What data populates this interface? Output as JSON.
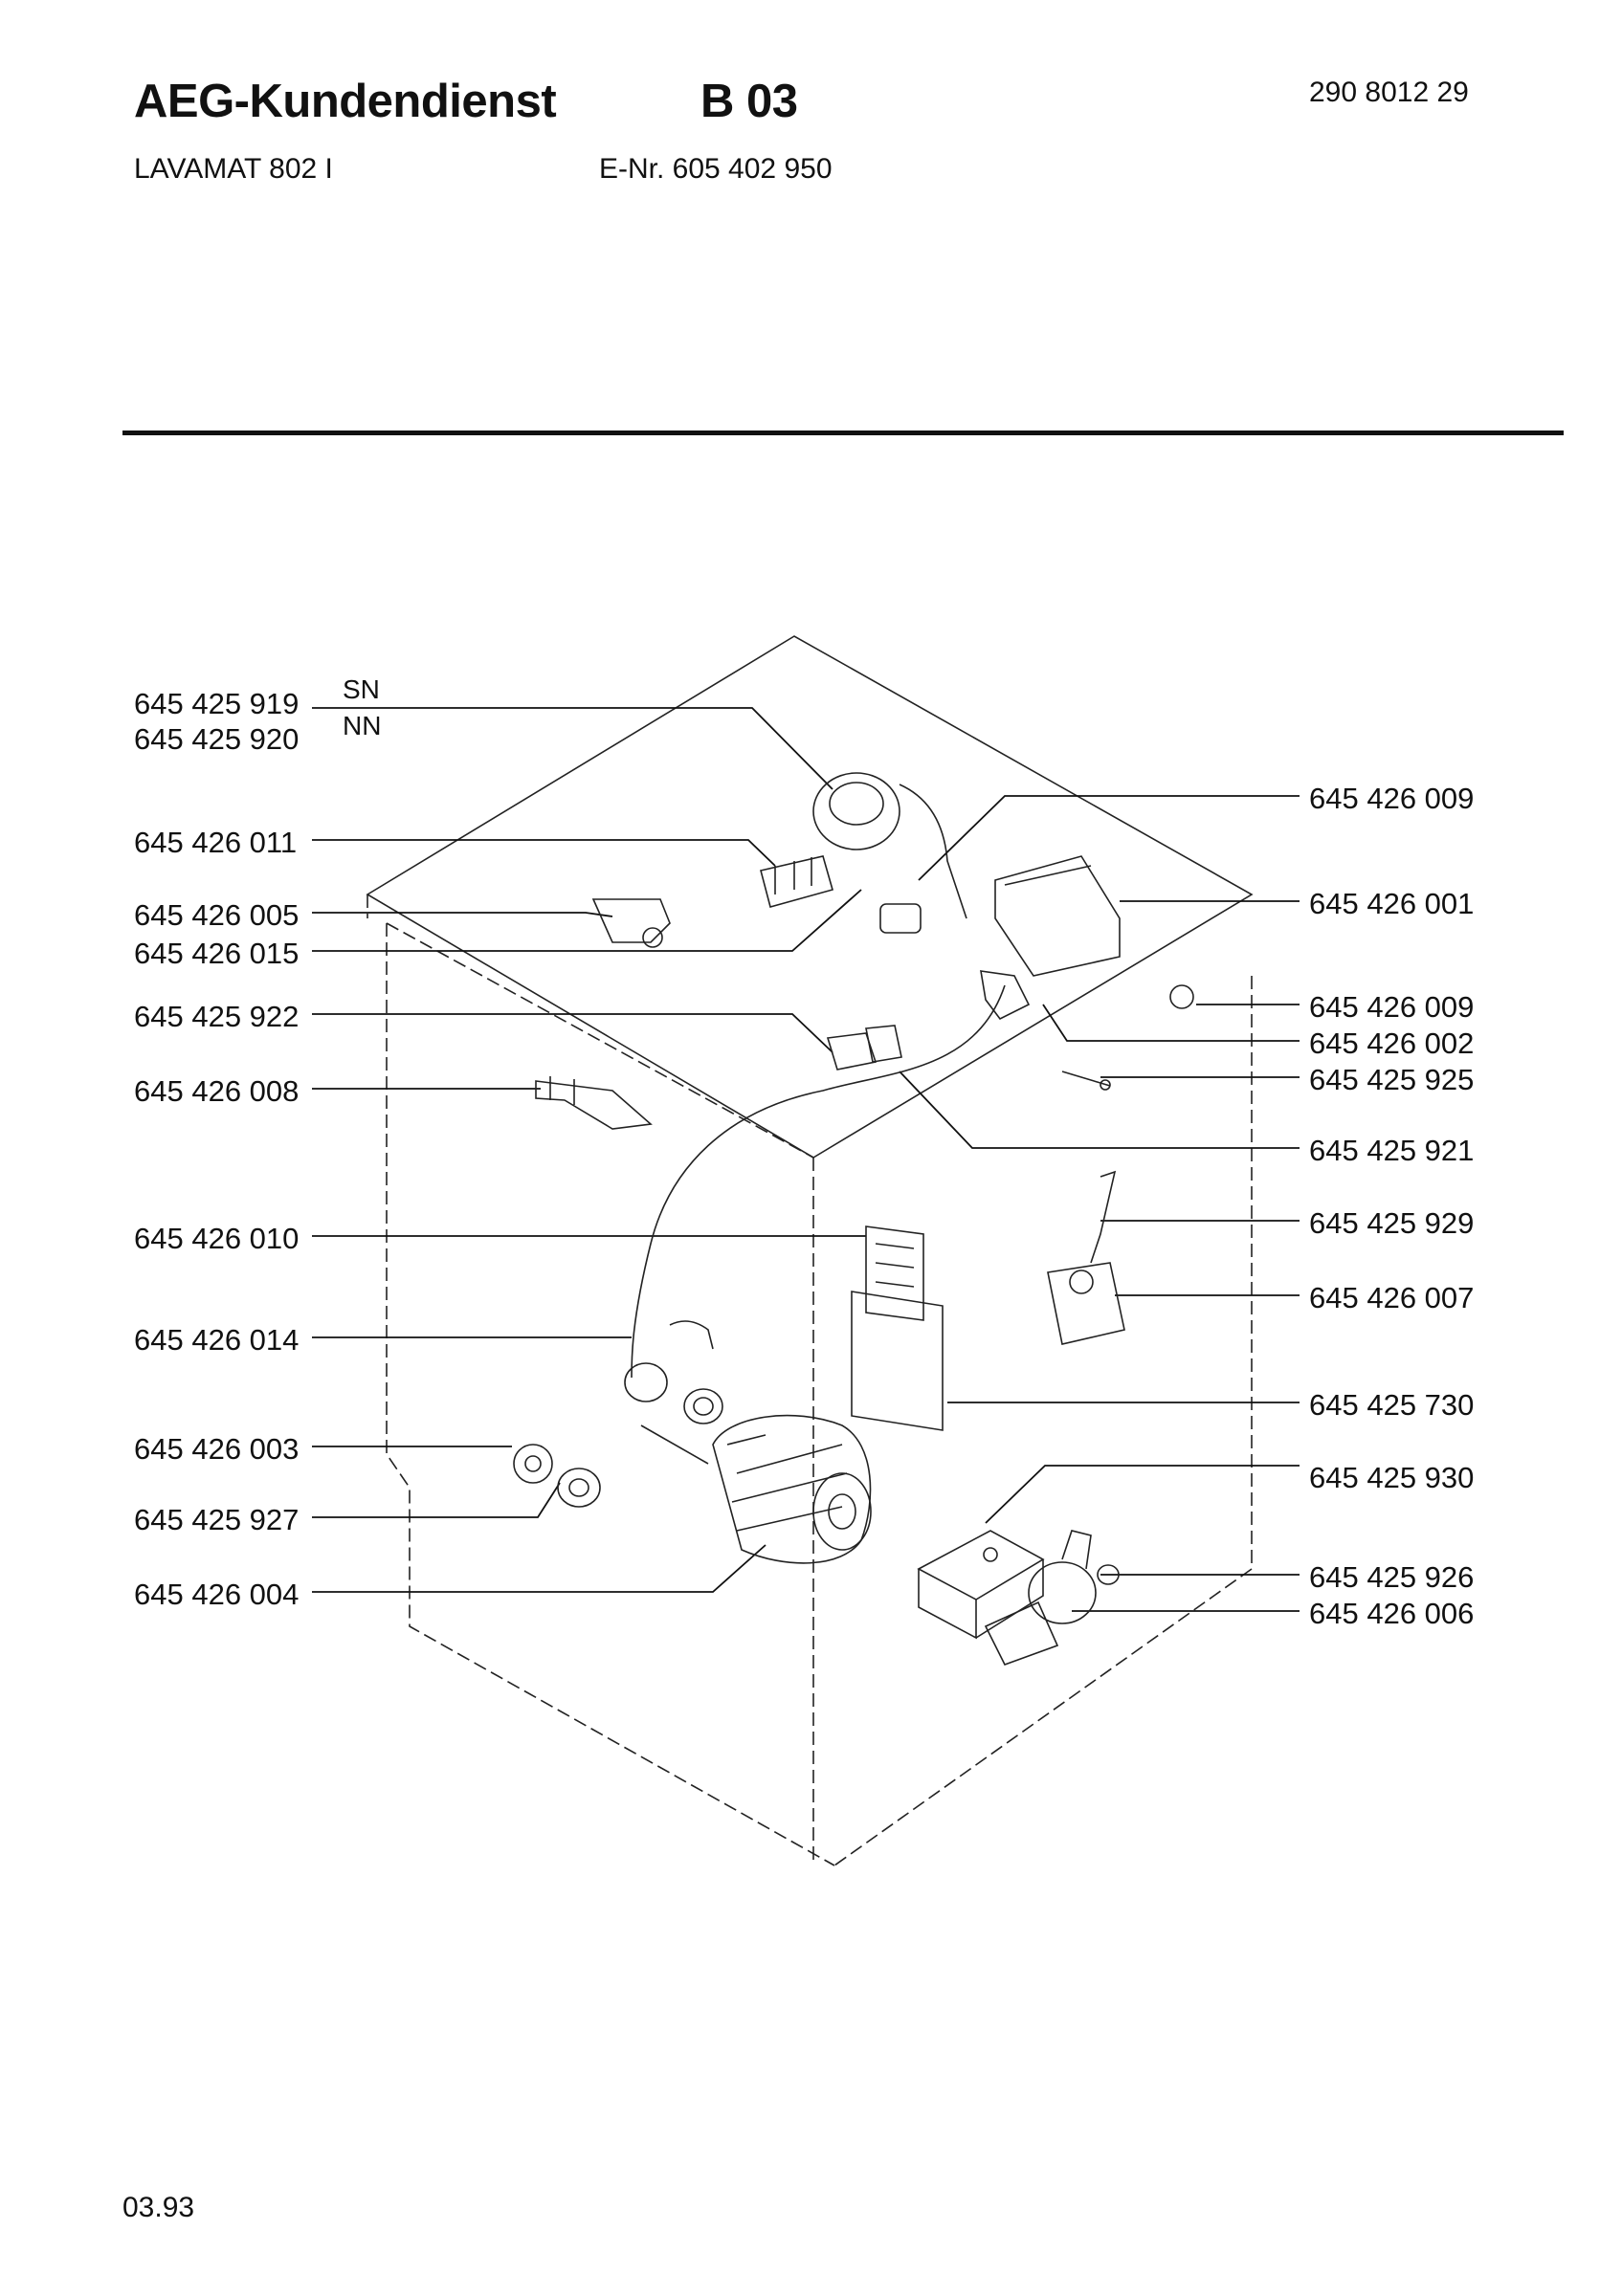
{
  "header": {
    "brand_title": "AEG-Kundendienst",
    "section": "B 03",
    "doc_number": "290 8012 29",
    "model": "LAVAMAT 802 I",
    "e_nr": "E-Nr. 605 402 950"
  },
  "left_labels": [
    {
      "code": "645 425 919"
    },
    {
      "code": "645 425 920"
    },
    {
      "code": "645 426 011"
    },
    {
      "code": "645 426 005"
    },
    {
      "code": "645 426 015"
    },
    {
      "code": "645 425 922"
    },
    {
      "code": "645 426 008"
    },
    {
      "code": "645 426 010"
    },
    {
      "code": "645 426 014"
    },
    {
      "code": "645 426 003"
    },
    {
      "code": "645 425 927"
    },
    {
      "code": "645 426 004"
    }
  ],
  "variants": {
    "sn": "SN",
    "nn": "NN"
  },
  "right_labels": [
    {
      "code": "645 426 009"
    },
    {
      "code": "645 426 001"
    },
    {
      "code": "645 426 009"
    },
    {
      "code": "645 426 002"
    },
    {
      "code": "645 425 925"
    },
    {
      "code": "645 425 921"
    },
    {
      "code": "645 425 929"
    },
    {
      "code": "645 426 007"
    },
    {
      "code": "645 425 730"
    },
    {
      "code": "645 425 930"
    },
    {
      "code": "645 425 926"
    },
    {
      "code": "645 426 006"
    }
  ],
  "footer": {
    "date": "03.93"
  }
}
